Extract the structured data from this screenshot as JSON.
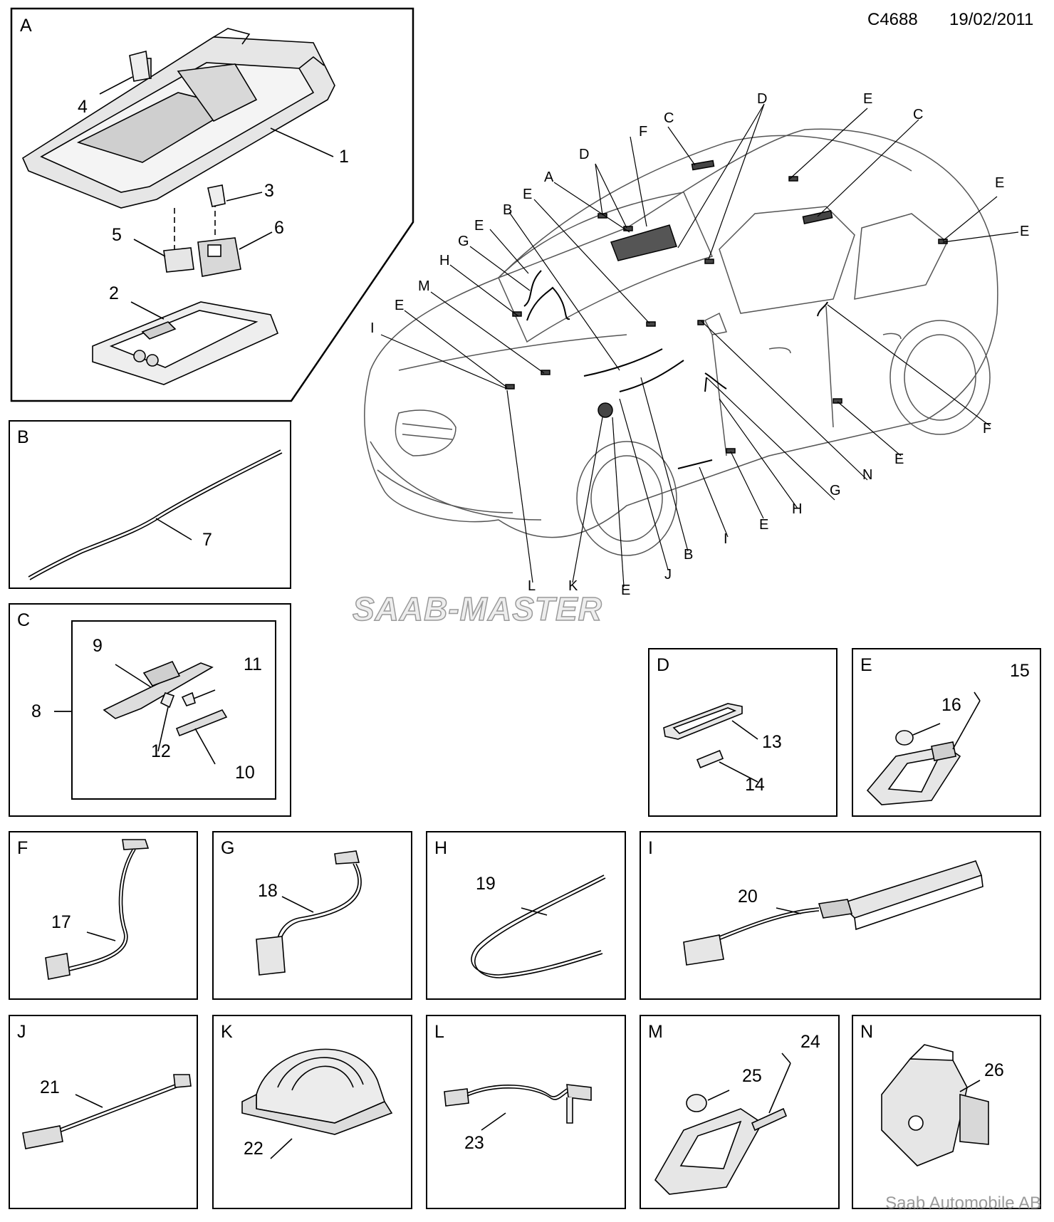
{
  "header": {
    "code": "C4688",
    "date": "19/02/2011"
  },
  "watermark": "SAAB-MASTER",
  "footer": "Saab Automobile AB",
  "panel_a": {
    "label": "A",
    "callouts": [
      "1",
      "2",
      "3",
      "4",
      "5",
      "6"
    ]
  },
  "panel_b": {
    "label": "B",
    "callouts": [
      "7"
    ]
  },
  "panel_c": {
    "label": "C",
    "callouts": [
      "8",
      "9",
      "10",
      "11",
      "12"
    ]
  },
  "panel_d": {
    "label": "D",
    "callouts": [
      "13",
      "14"
    ]
  },
  "panel_e": {
    "label": "E",
    "callouts": [
      "15",
      "16"
    ]
  },
  "panel_f": {
    "label": "F",
    "callouts": [
      "17"
    ]
  },
  "panel_g": {
    "label": "G",
    "callouts": [
      "18"
    ]
  },
  "panel_h": {
    "label": "H",
    "callouts": [
      "19"
    ]
  },
  "panel_i": {
    "label": "I",
    "callouts": [
      "20"
    ]
  },
  "panel_j": {
    "label": "J",
    "callouts": [
      "21"
    ]
  },
  "panel_k": {
    "label": "K",
    "callouts": [
      "22"
    ]
  },
  "panel_l": {
    "label": "L",
    "callouts": [
      "23"
    ]
  },
  "panel_m": {
    "label": "M",
    "callouts": [
      "24",
      "25"
    ]
  },
  "panel_n": {
    "label": "N",
    "callouts": [
      "26"
    ]
  },
  "vehicle": {
    "callouts": [
      "D",
      "E",
      "C",
      "C",
      "F",
      "D",
      "A",
      "E",
      "B",
      "E",
      "G",
      "H",
      "M",
      "E",
      "I",
      "E",
      "E",
      "F",
      "E",
      "N",
      "G",
      "H",
      "E",
      "I",
      "B",
      "J",
      "E",
      "K",
      "L"
    ]
  }
}
